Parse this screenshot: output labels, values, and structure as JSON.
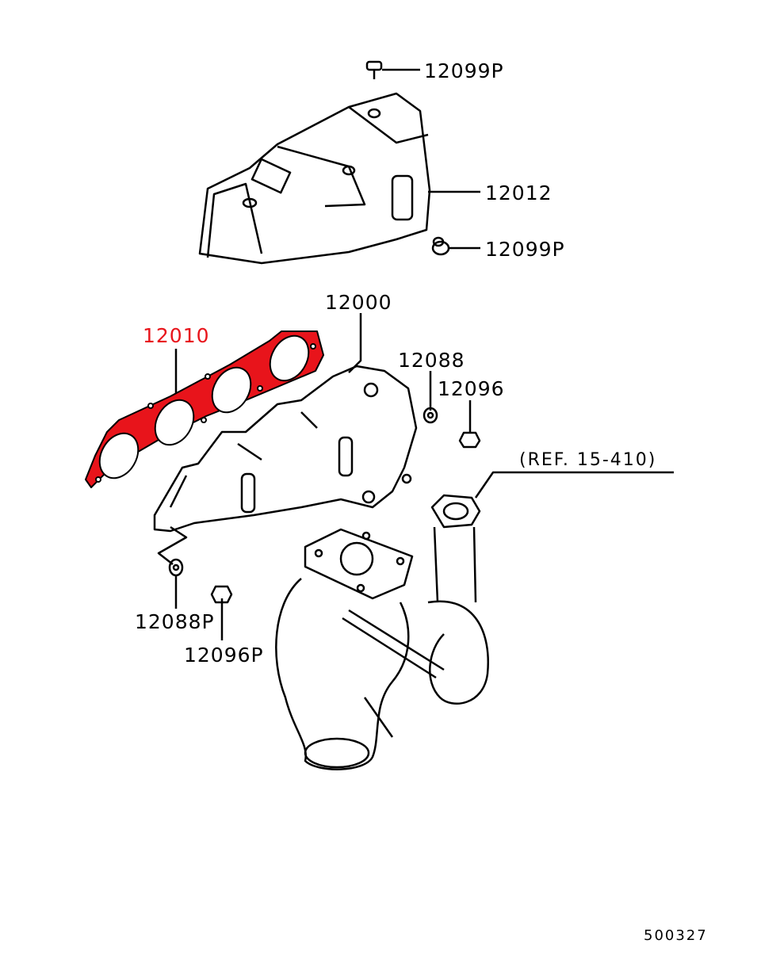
{
  "diagram": {
    "highlight_color": "#e8141b",
    "callouts": [
      {
        "part": "12099P",
        "highlighted": false
      },
      {
        "part": "12012",
        "highlighted": false
      },
      {
        "part": "12099P",
        "highlighted": false
      },
      {
        "part": "12000",
        "highlighted": false
      },
      {
        "part": "12010",
        "highlighted": true
      },
      {
        "part": "12088",
        "highlighted": false
      },
      {
        "part": "12096",
        "highlighted": false
      },
      {
        "part": "(REF. 15-410)",
        "highlighted": false
      },
      {
        "part": "12088P",
        "highlighted": false
      },
      {
        "part": "12096P",
        "highlighted": false
      }
    ],
    "diagram_code": "500327"
  }
}
